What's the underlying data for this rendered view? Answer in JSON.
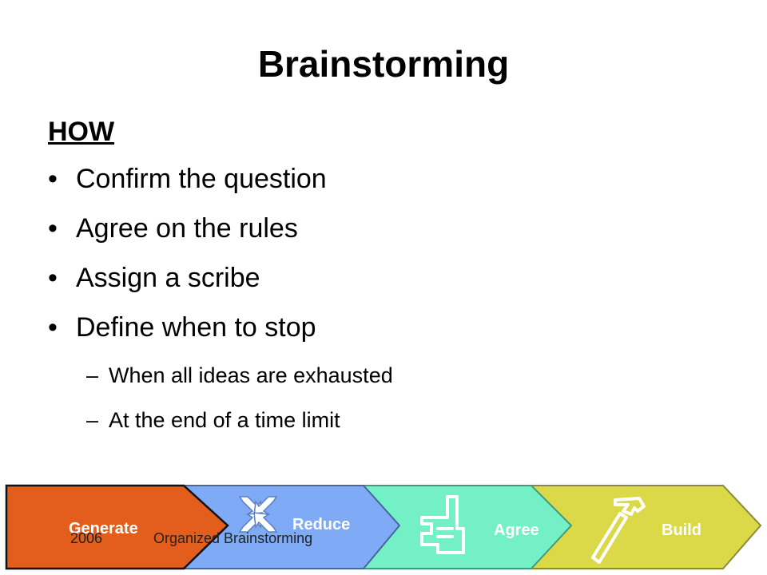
{
  "slide": {
    "title": "Brainstorming",
    "heading": "HOW",
    "bullets": [
      "Confirm the question",
      "Agree on the rules",
      "Assign a scribe",
      "Define when to stop"
    ],
    "sub_bullets": [
      "When all ideas are exhausted",
      "At the end of a time limit"
    ],
    "bullet_marker": "•",
    "sub_marker": "–"
  },
  "process": {
    "stages": [
      {
        "label": "Generate",
        "color": "#e35d1c",
        "icon": ""
      },
      {
        "label": "Reduce",
        "color": "#7faaf6",
        "icon": "converging-arrows-icon"
      },
      {
        "label": "Agree",
        "color": "#73f0c5",
        "icon": "thumbs-up-icon"
      },
      {
        "label": "Build",
        "color": "#dbd948",
        "icon": "hammer-icon"
      }
    ]
  },
  "footer": {
    "year": "2006",
    "topic": "Organized Brainstorming"
  }
}
